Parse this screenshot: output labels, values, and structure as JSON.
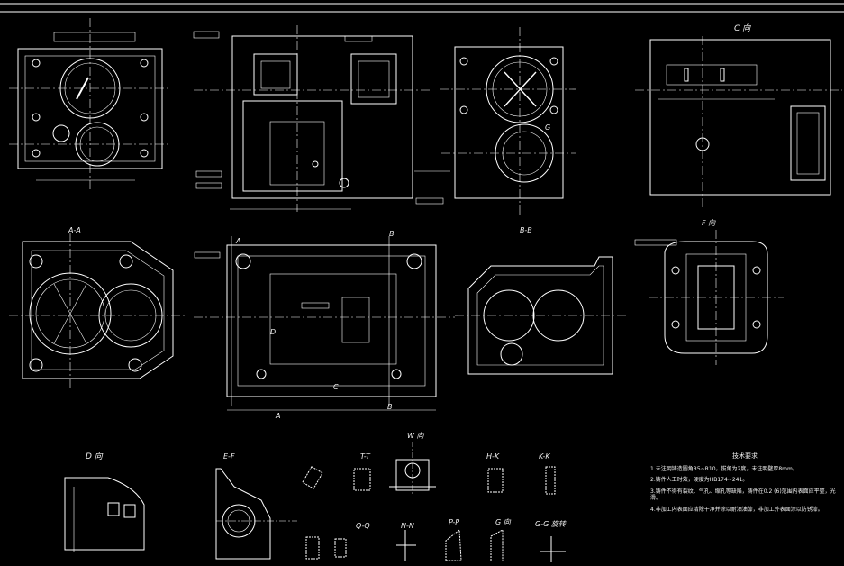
{
  "palette": {
    "background": "#000000",
    "line": "#ffffff"
  },
  "view_labels": {
    "c_view": "C 向",
    "aa_section": "A-A",
    "bb_section": "B-B",
    "f_view": "F 向",
    "d_view": "D 向",
    "ef_section": "E-F",
    "tt_section": "T-T",
    "w_view": "W 向",
    "hk_section": "H-K",
    "kk_section": "K-K",
    "qq_section": "Q-Q",
    "nn_section": "N-N",
    "pp_section": "P-P",
    "g_view": "G 向",
    "gg_rotated": "G-G 旋转",
    "cut_a_top": "A",
    "cut_a_bottom": "A",
    "cut_b_top": "B",
    "cut_b_bottom": "B",
    "mark_c": "C",
    "mark_g": "G",
    "mark_d": "D"
  },
  "tech_notes": {
    "title": "技术要求",
    "items": [
      "1.未注明铸造圆角R5~R10，拔角为2度，未注明壁厚8mm。",
      "2.铸件人工时效，硬度为HB174~241。",
      "3.铸件不得有裂纹、气孔、缩孔等缺陷，铸件在0.2 (6)范围内表面应平整，光滑。",
      "4.非加工内表面应清除干净并涂以耐油油漆，非加工外表面涂以防锈漆。"
    ]
  }
}
